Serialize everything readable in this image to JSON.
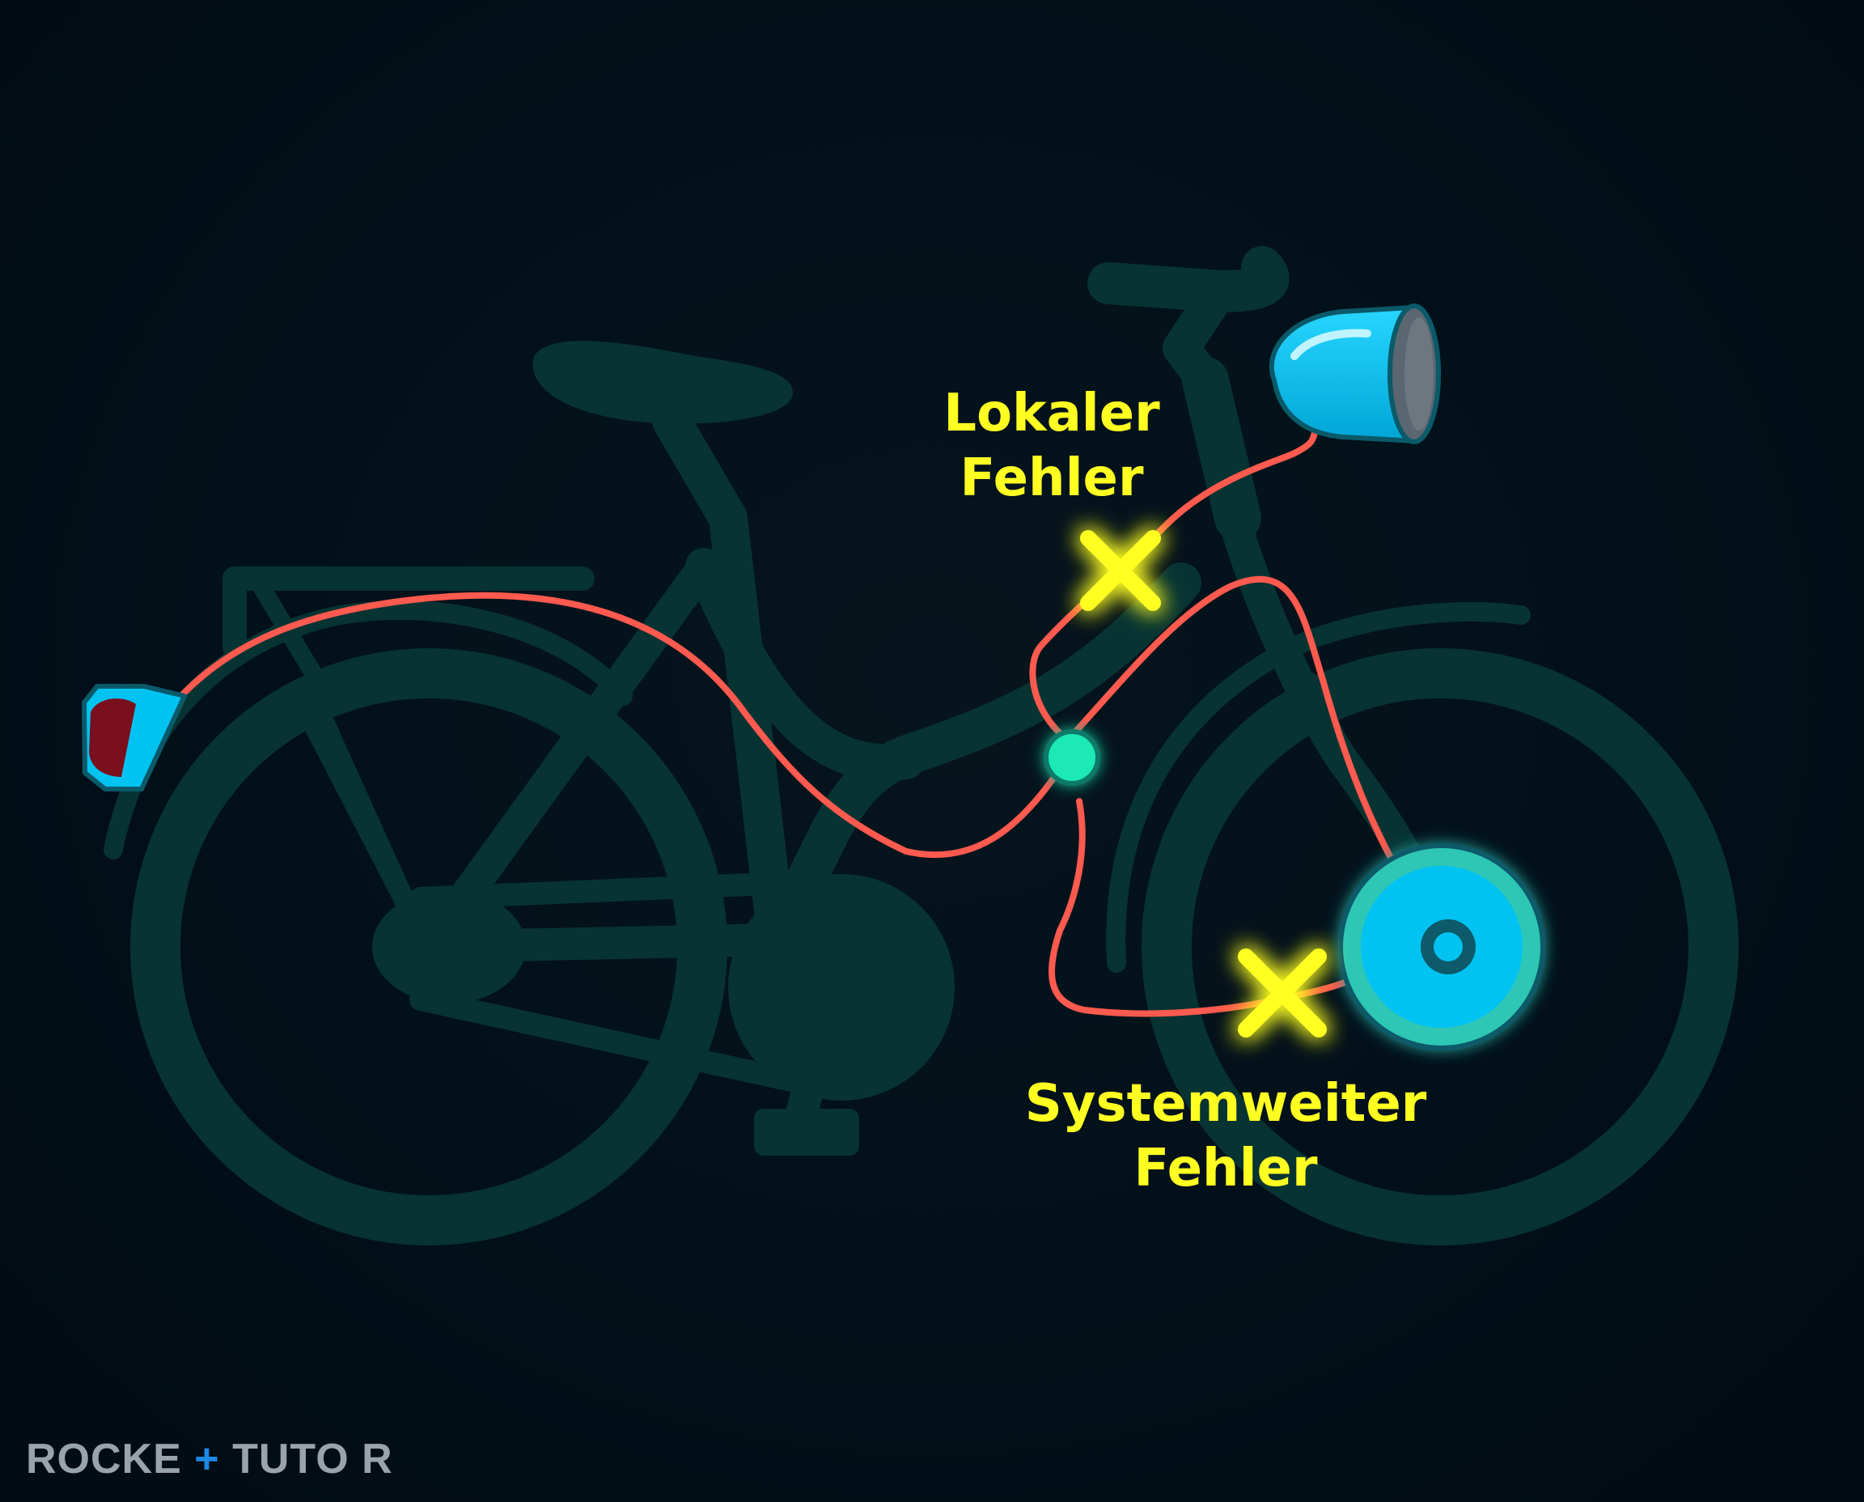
{
  "labels": {
    "local_fault_line1": "Lokaler",
    "local_fault_line2": "Fehler",
    "system_fault_line1": "Systemweiter",
    "system_fault_line2": "Fehler"
  },
  "logo": {
    "part1": "ROCKE",
    "part2": "TUTO",
    "part3": "R",
    "text_color": "#9aa3aa",
    "accent_color": "#1e88e5"
  },
  "colors": {
    "background": "#020f18",
    "bike_frame": "#073332",
    "wire": "#ff5a4f",
    "fault_marker": "#ffff22",
    "lamp": "#00c3f2",
    "junction": "#1de9b6",
    "tail_light": "#7a0f1e"
  },
  "icons": {
    "fault_marker": "x-mark-icon",
    "junction": "junction-node-icon",
    "headlight": "headlight-icon",
    "tail_light": "tail-light-icon",
    "dynamo": "hub-dynamo-icon"
  }
}
